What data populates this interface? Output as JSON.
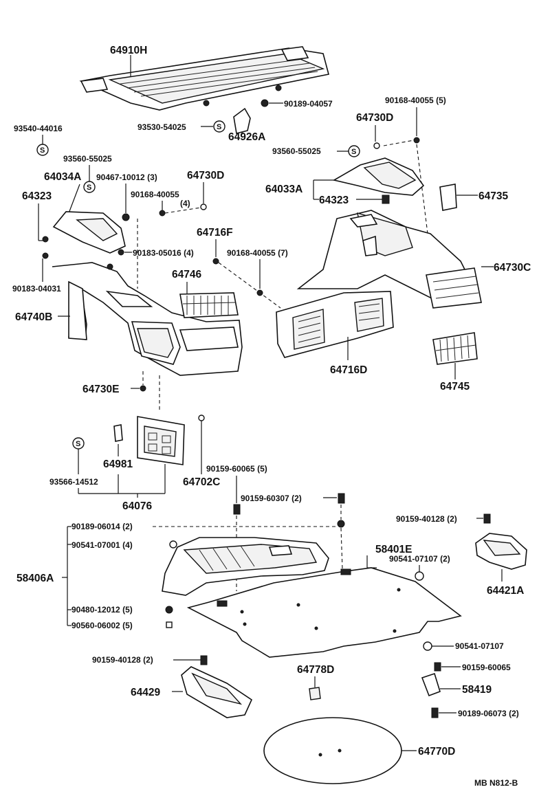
{
  "labels": {
    "l64910H": "64910H",
    "l90189_04057": "90189-04057",
    "l93530_54025": "93530-54025",
    "l64926A": "64926A",
    "l93540_44016": "93540-44016",
    "l93560_55025_left": "93560-55025",
    "l64034A": "64034A",
    "l90467_10012": "90467-10012 (3)",
    "l64730D_left": "64730D",
    "l64323_left": "64323",
    "l90168_40055_4": "90168-40055",
    "l90168_40055_4q": "(4)",
    "l90183_05016": "90183-05016 (4)",
    "l90183_04031": "90183-04031",
    "l64716F": "64716F",
    "l90168_40055_7": "90168-40055 (7)",
    "l64746": "64746",
    "l64740B": "64740B",
    "l90168_40055_5": "90168-40055 (5)",
    "l64730D_right": "64730D",
    "l93560_55025_right": "93560-55025",
    "l64033A": "64033A",
    "l64323_right": "64323",
    "l64735": "64735",
    "l64730C": "64730C",
    "l64716D": "64716D",
    "l64745": "64745",
    "l64730E": "64730E",
    "l64981": "64981",
    "l93566_14512": "93566-14512",
    "l64702C": "64702C",
    "l90159_60065_5": "90159-60065 (5)",
    "l64076": "64076",
    "l90159_60307": "90159-60307 (2)",
    "l90189_06014": "90189-06014 (2)",
    "l90541_07001": "90541-07001 (4)",
    "l58406A": "58406A",
    "l90480_12012": "90480-12012 (5)",
    "l90560_06002": "90560-06002 (5)",
    "l90159_40128_right": "90159-40128 (2)",
    "l58401E": "58401E",
    "l90541_07107_2": "90541-07107 (2)",
    "l64421A": "64421A",
    "l90159_40128_left": "90159-40128 (2)",
    "l64429": "64429",
    "l64778D": "64778D",
    "l90541_07107": "90541-07107",
    "l90159_60065": "90159-60065",
    "l58419": "58419",
    "l90189_06073": "90189-06073 (2)",
    "l64770D": "64770D",
    "footer": "MB  N812-B"
  },
  "symbols": {
    "s_mark": "S"
  },
  "icons": [
    "package-tray-drawing",
    "trunk-side-trim-drawing",
    "floor-mat-drawing",
    "spare-tire-cover-drawing"
  ]
}
